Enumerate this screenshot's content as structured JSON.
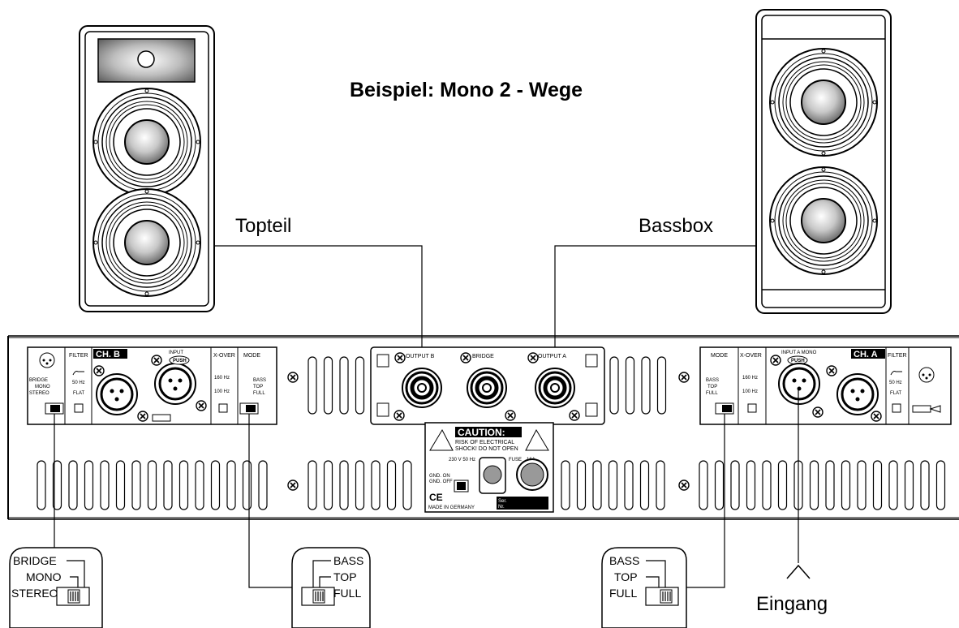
{
  "title": "Beispiel: Mono 2 - Wege",
  "labels": {
    "topteil": "Topteil",
    "bassbox": "Bassbox",
    "eingang": "Eingang"
  },
  "panel": {
    "ch_b": "CH. B",
    "ch_a": "CH. A",
    "filter": "FILTER",
    "xover": "X-OVER",
    "mode": "MODE",
    "input_b": "INPUT",
    "input_a": "INPUT A   MONO",
    "push": "PUSH",
    "freq_50": "50 Hz",
    "flat": "FLAT",
    "freq_160": "160 Hz",
    "freq_100": "100 Hz",
    "bridge_sw": [
      "BRIDGE",
      "MONO",
      "STEREO"
    ],
    "mode_sw": [
      "BASS",
      "TOP",
      "FULL"
    ],
    "output_b": "OUTPUT B",
    "bridge": "BRIDGE",
    "output_a": "OUTPUT A",
    "caution": "CAUTION:",
    "risk": "RISK OF  ELECTRICAL",
    "shock": "SHOCK! DO  NOT OPEN",
    "voltage": "230 V  50 Hz",
    "fuse": "FUSE",
    "fuse_val": "16A",
    "gnd_on": "GND. ON",
    "gnd_off": "GND. OFF",
    "ce": "CE",
    "made": "MADE  IN  GERMANY",
    "ser": "Ser.",
    "nr": "Nr."
  },
  "callouts": {
    "bridge_mono_stereo": [
      "BRIDGE",
      "MONO",
      "STEREO"
    ],
    "mode_b": [
      "BASS",
      "TOP",
      "FULL"
    ],
    "mode_a": [
      "BASS",
      "TOP",
      "FULL"
    ]
  }
}
